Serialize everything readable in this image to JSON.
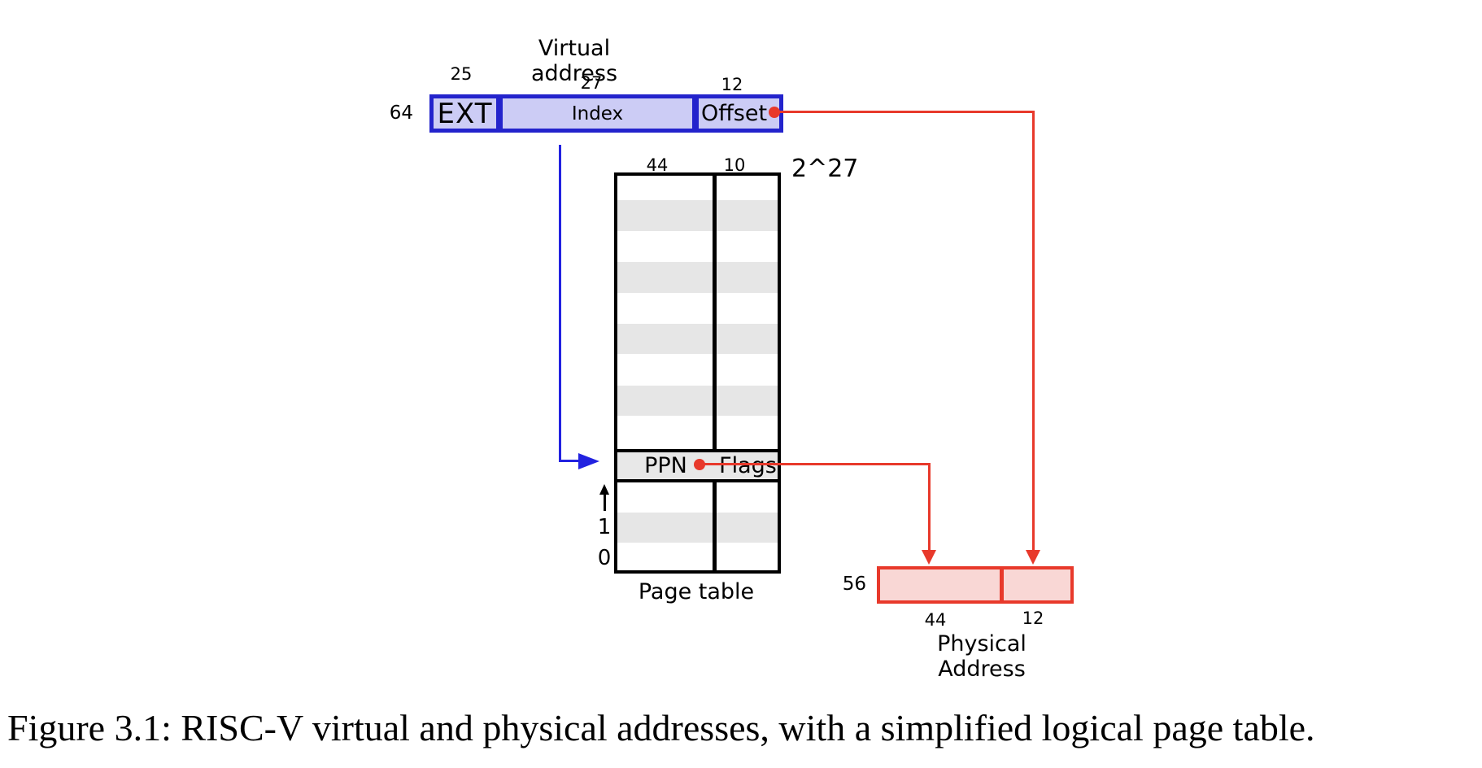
{
  "colors": {
    "blue-border": "#2323cc",
    "blue-fill": "#ccccf5",
    "blue-line": "#2222e0",
    "red-line": "#e8392b",
    "red-fill": "#f9d7d5",
    "gray-stripe": "#e6e6e6",
    "entry-fill": "#e8e8e8"
  },
  "virtual_address": {
    "title": "Virtual address",
    "total_bits": "64",
    "segments": [
      {
        "label": "EXT",
        "bits": "25"
      },
      {
        "label": "Index",
        "bits": "27"
      },
      {
        "label": "Offset",
        "bits": "12"
      }
    ]
  },
  "page_table": {
    "caption": "Page table",
    "ppn_column_bits": "44",
    "flags_column_bits": "10",
    "entry_count_label": "2^27",
    "entry": {
      "ppn_label": "PPN",
      "flags_label": "Flags"
    },
    "row_index_labels": [
      "1",
      "0"
    ]
  },
  "physical_address": {
    "caption": "Physical Address",
    "total_bits": "56",
    "segment_bits": [
      "44",
      "12"
    ]
  },
  "figure_caption": "Figure 3.1: RISC-V virtual and physical addresses, with a simplified logical page table."
}
